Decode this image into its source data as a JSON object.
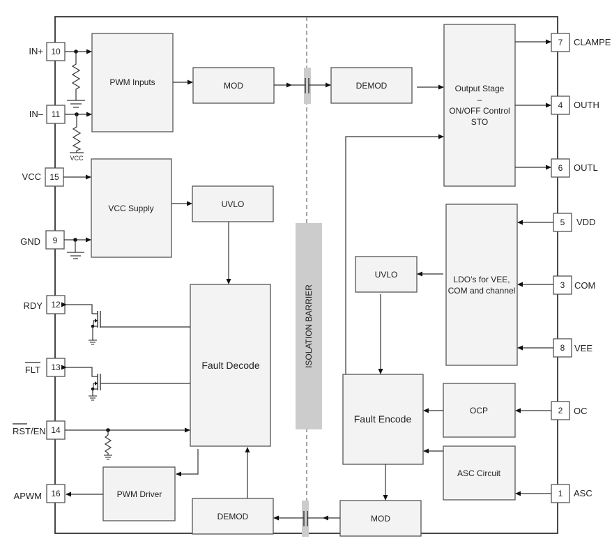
{
  "diagram": {
    "isolation_barrier_label": "ISOLATION BARRIER",
    "vcc_small_label": "VCC",
    "blocks": {
      "pwm_inputs": "PWM Inputs",
      "mod_top": "MOD",
      "demod_top": "DEMOD",
      "output_stage": [
        "Output Stage",
        "–",
        "ON/OFF Control",
        "STO"
      ],
      "vcc_supply": "VCC Supply",
      "uvlo_left": "UVLO",
      "fault_decode": "Fault Decode",
      "pwm_driver": "PWM Driver",
      "demod_bottom": "DEMOD",
      "ldo": [
        "LDO’s for VEE,",
        "COM and channel"
      ],
      "uvlo_right": "UVLO",
      "fault_encode": "Fault Encode",
      "ocp": "OCP",
      "asc_circuit": "ASC Circuit",
      "mod_bottom": "MOD"
    },
    "left_pins": [
      {
        "name": "IN+",
        "number": "10"
      },
      {
        "name": "IN–",
        "number": "11"
      },
      {
        "name": "VCC",
        "number": "15"
      },
      {
        "name": "GND",
        "number": "9"
      },
      {
        "name": "RDY",
        "number": "12"
      },
      {
        "name": "FLT",
        "number": "13",
        "overline": true
      },
      {
        "name_overline": "RST",
        "name_rest": "/EN",
        "number": "14"
      },
      {
        "name": "APWM",
        "number": "16"
      }
    ],
    "right_pins": [
      {
        "name": "CLAMPE",
        "number": "7"
      },
      {
        "name": "OUTH",
        "number": "4"
      },
      {
        "name": "OUTL",
        "number": "6"
      },
      {
        "name": "VDD",
        "number": "5"
      },
      {
        "name": "COM",
        "number": "3"
      },
      {
        "name": "VEE",
        "number": "8"
      },
      {
        "name": "OC",
        "number": "2"
      },
      {
        "name": "ASC",
        "number": "1"
      }
    ]
  }
}
